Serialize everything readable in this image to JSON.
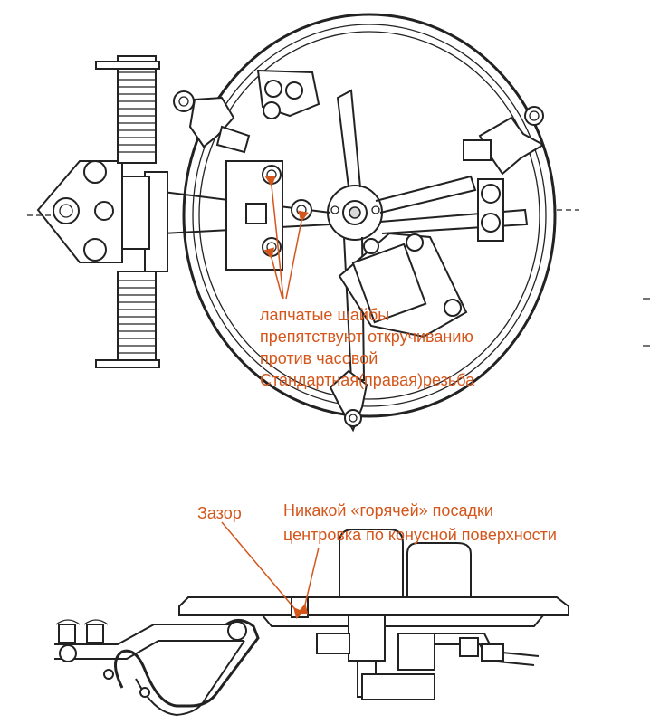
{
  "annotations": {
    "washers_line1": "лапчатые шайбы",
    "washers_line2": "препятствуют откручиванию",
    "washers_line3": "против часовой",
    "washers_line4": "Стандартная(правая)резьба",
    "gap": "Зазор",
    "fit_line1": "Никакой «горячей» посадки",
    "fit_line2": "центровка по конусной поверхности"
  },
  "colors": {
    "annotation": "#d4561b",
    "drawing": "#222222"
  }
}
